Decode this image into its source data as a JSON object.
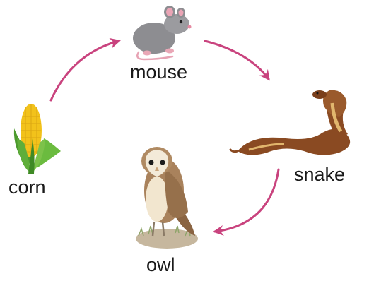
{
  "organisms": {
    "corn": {
      "label": "corn",
      "icon": "corn-icon"
    },
    "mouse": {
      "label": "mouse",
      "icon": "mouse-icon"
    },
    "snake": {
      "label": "snake",
      "icon": "snake-icon"
    },
    "owl": {
      "label": "owl",
      "icon": "owl-icon"
    }
  },
  "arrows": [
    {
      "from": "corn",
      "to": "mouse"
    },
    {
      "from": "mouse",
      "to": "snake"
    },
    {
      "from": "snake",
      "to": "owl"
    }
  ],
  "colors": {
    "arrow": "#c9437e",
    "label": "#1a1a1a",
    "corn_kernel": "#f2c21b",
    "corn_husk": "#5fae3a",
    "mouse_body": "#8d8d91",
    "snake_body": "#8a4a22",
    "snake_belly": "#e1b66d",
    "owl_body": "#a9825c",
    "owl_face": "#f3ead8"
  }
}
